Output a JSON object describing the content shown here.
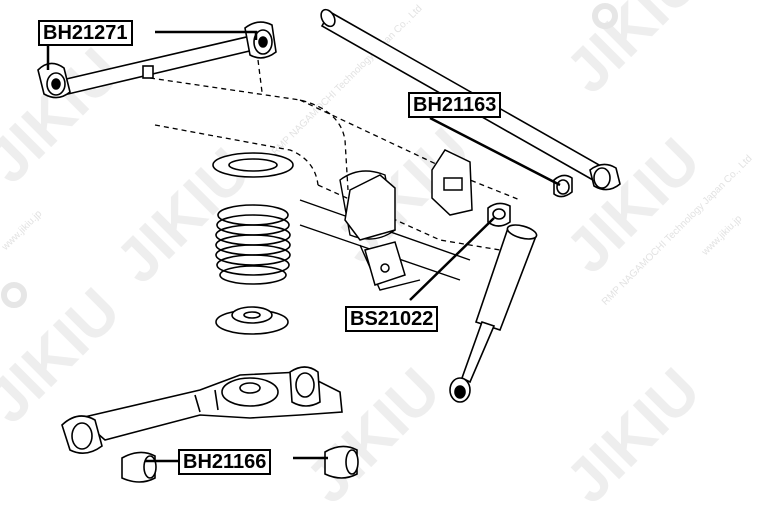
{
  "watermark": {
    "brand": "JIKIU",
    "line1": "RMP NAGAMOCHI Technology Japan Co., Ltd",
    "line2": "www.jikiu.jp"
  },
  "labels": {
    "bh21271": "BH21271",
    "bh21163": "BH21163",
    "bs21022": "BS21022",
    "bh21166": "BH21166"
  }
}
